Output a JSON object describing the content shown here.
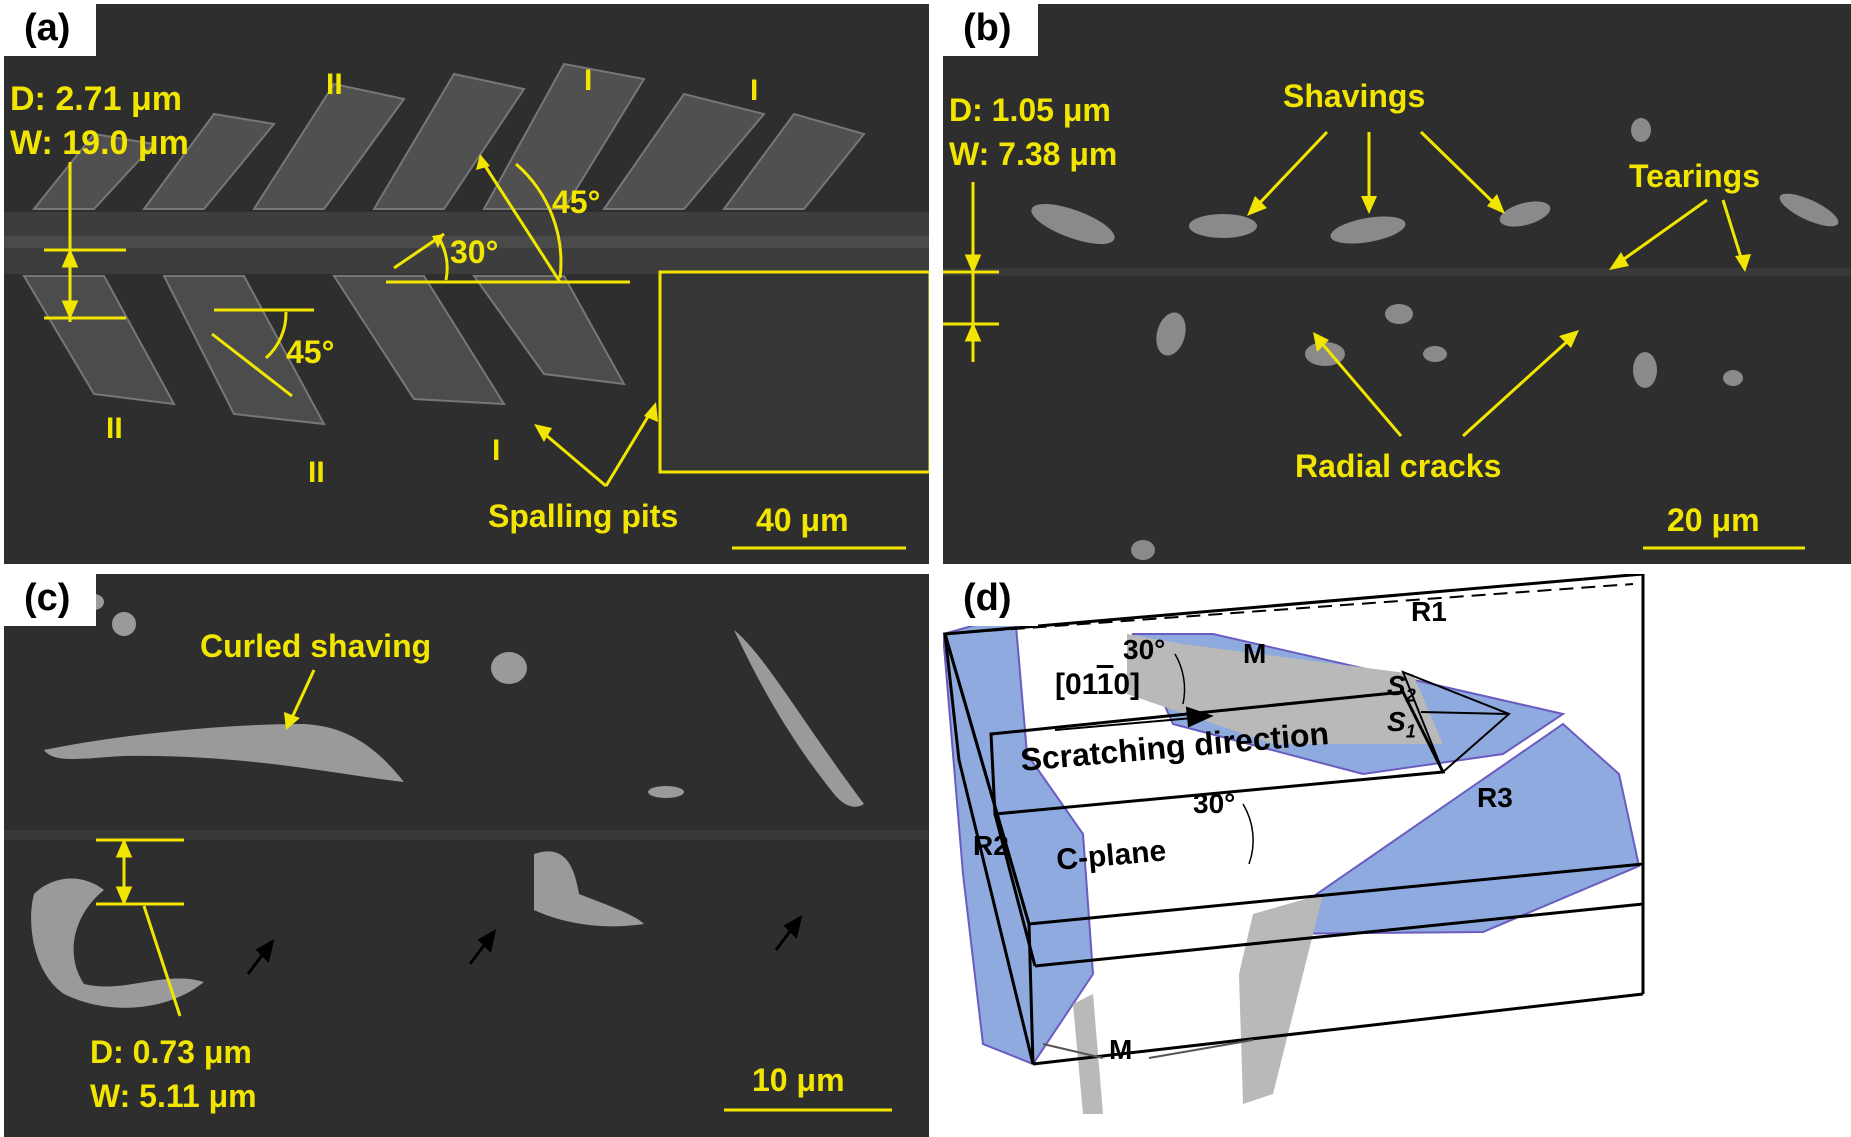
{
  "panel_a": {
    "tag": "(a)",
    "depth": "D: 2.71 μm",
    "width": "W: 19.0 μm",
    "angle_45_top": "45°",
    "angle_30": "30°",
    "angle_45_bottom": "45°",
    "region_labels": [
      "II",
      "I",
      "I",
      "II",
      "II",
      "I"
    ],
    "spalling": "Spalling pits",
    "scale": "40 μm"
  },
  "panel_b": {
    "tag": "(b)",
    "depth": "D: 1.05 μm",
    "width": "W: 7.38 μm",
    "shavings": "Shavings",
    "tearings": "Tearings",
    "radial": "Radial cracks",
    "scale": "20 μm"
  },
  "panel_c": {
    "tag": "(c)",
    "curled": "Curled shaving",
    "depth": "D: 0.73 μm",
    "width": "W: 5.11 μm",
    "scale": "10 μm"
  },
  "panel_d": {
    "tag": "(d)",
    "angle_top": "30°",
    "angle_bottom": "30°",
    "m_top": "M",
    "m_bottom": "M",
    "r1": "R1",
    "r2": "R2",
    "r3": "R3",
    "s2": "S",
    "s2_sub": "2",
    "s1": "S",
    "s1_sub": "1",
    "direction_index_prefix": "[01",
    "direction_index_bar": "1",
    "direction_index_suffix": "0]",
    "scratch": "Scratching direction",
    "cplane": "C-plane"
  },
  "colors": {
    "sem_background": "#2e2e2e",
    "annotation_yellow": "#f2e600",
    "rhombohedral_blue": "#7a9bd8",
    "m_plane_gray": "#b9b9b9"
  }
}
